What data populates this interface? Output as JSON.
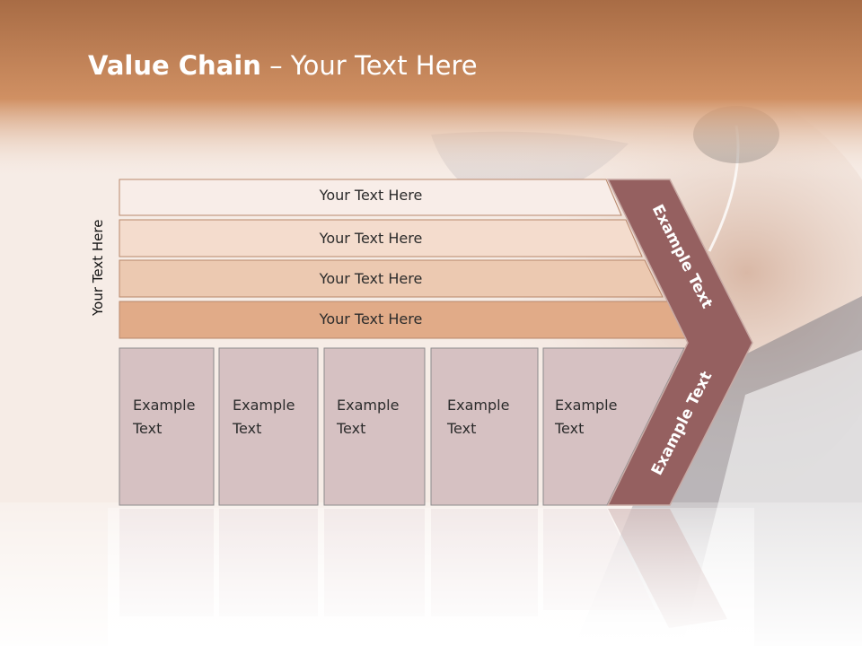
{
  "title": {
    "bold": "Value Chain",
    "rest": " – Your Text Here"
  },
  "side_label": "Your Text Here",
  "bars": [
    {
      "label": "Your Text Here"
    },
    {
      "label": "Your Text Here"
    },
    {
      "label": "Your Text Here"
    },
    {
      "label": "Your Text Here"
    }
  ],
  "boxes": [
    {
      "line1": "Example",
      "line2": "Text"
    },
    {
      "line1": "Example",
      "line2": "Text"
    },
    {
      "line1": "Example",
      "line2": "Text"
    },
    {
      "line1": "Example",
      "line2": "Text"
    },
    {
      "line1": "Example",
      "line2": "Text"
    }
  ],
  "chevron": {
    "upper_label": "Example Text",
    "lower_label": "Example Text"
  },
  "colors": {
    "header": "#c98a5e",
    "bar1": "#f8ede8",
    "bar2": "#f4dccd",
    "bar3": "#ecc9b1",
    "bar4": "#e1ab88",
    "box": "#d6c1c2",
    "chevron": "#956060"
  }
}
